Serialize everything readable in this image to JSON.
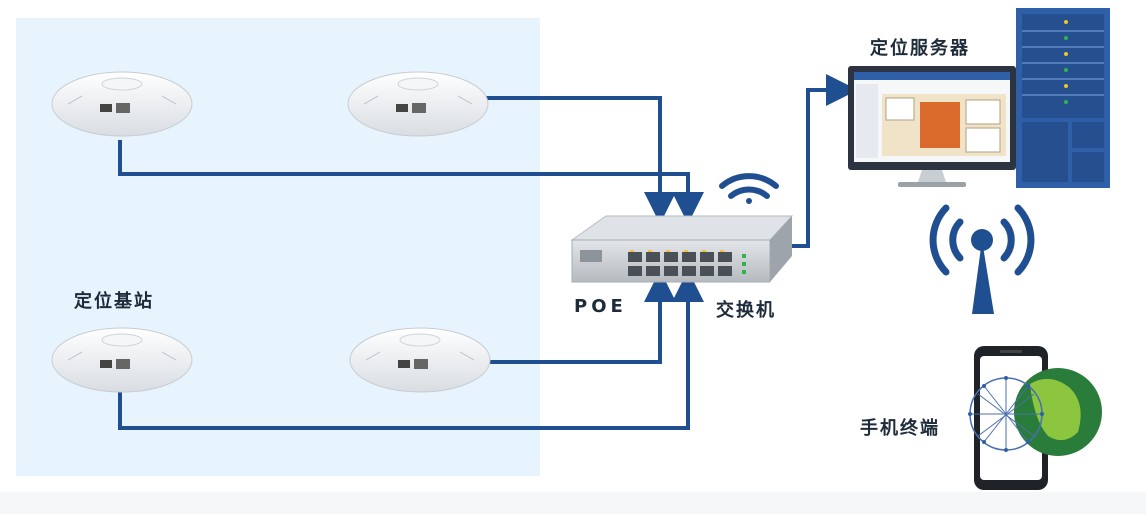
{
  "labels": {
    "base_station": "定位基站",
    "poe": "POE",
    "switch": "交换机",
    "server": "定位服务器",
    "phone": "手机终端"
  },
  "colors": {
    "link": "#1f4f91",
    "zone_bg": "#e8f4fd",
    "switch_body": "#c9cdd2",
    "server_rack": "#2f5fa8",
    "monitor_frame": "#2b3440",
    "tower": "#1f4f91"
  },
  "icons": [
    "ceiling-ap-icon",
    "poe-switch-icon",
    "wifi-icon",
    "monitor-icon",
    "server-rack-icon",
    "signal-tower-icon",
    "smartphone-icon",
    "globe-network-icon"
  ]
}
